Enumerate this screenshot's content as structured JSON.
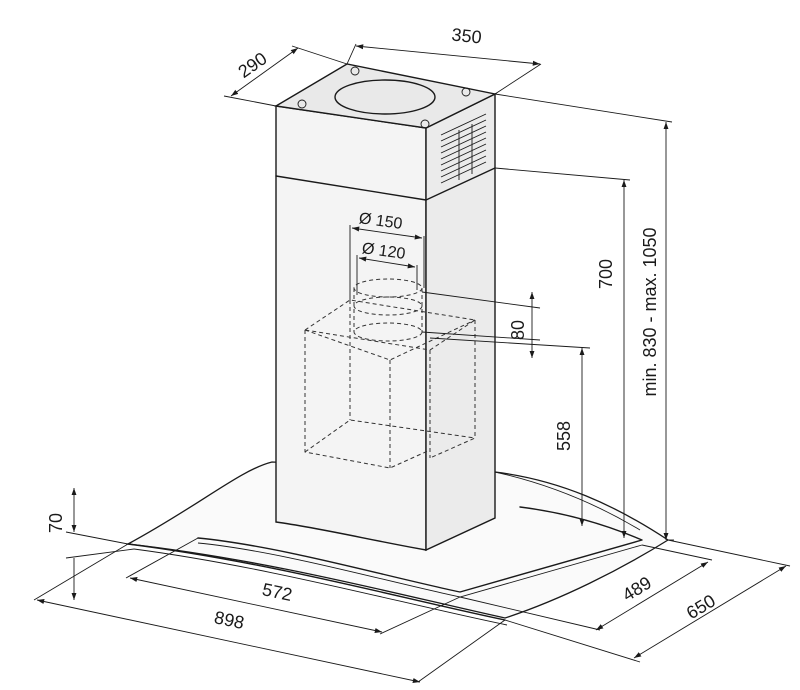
{
  "drawing": {
    "subject": "hood",
    "dimensions": {
      "width_top": "350",
      "depth_top": "290",
      "duct_outer": "Ø 150",
      "duct_inner": "Ø 120",
      "height_range": "min. 830 - max. 1050",
      "chimney_height": "700",
      "collar_height": "80",
      "motor_height": "558",
      "canopy_thickness": "70",
      "canopy_inner_width": "572",
      "canopy_width": "898",
      "canopy_inner_depth": "489",
      "canopy_depth": "650"
    }
  }
}
